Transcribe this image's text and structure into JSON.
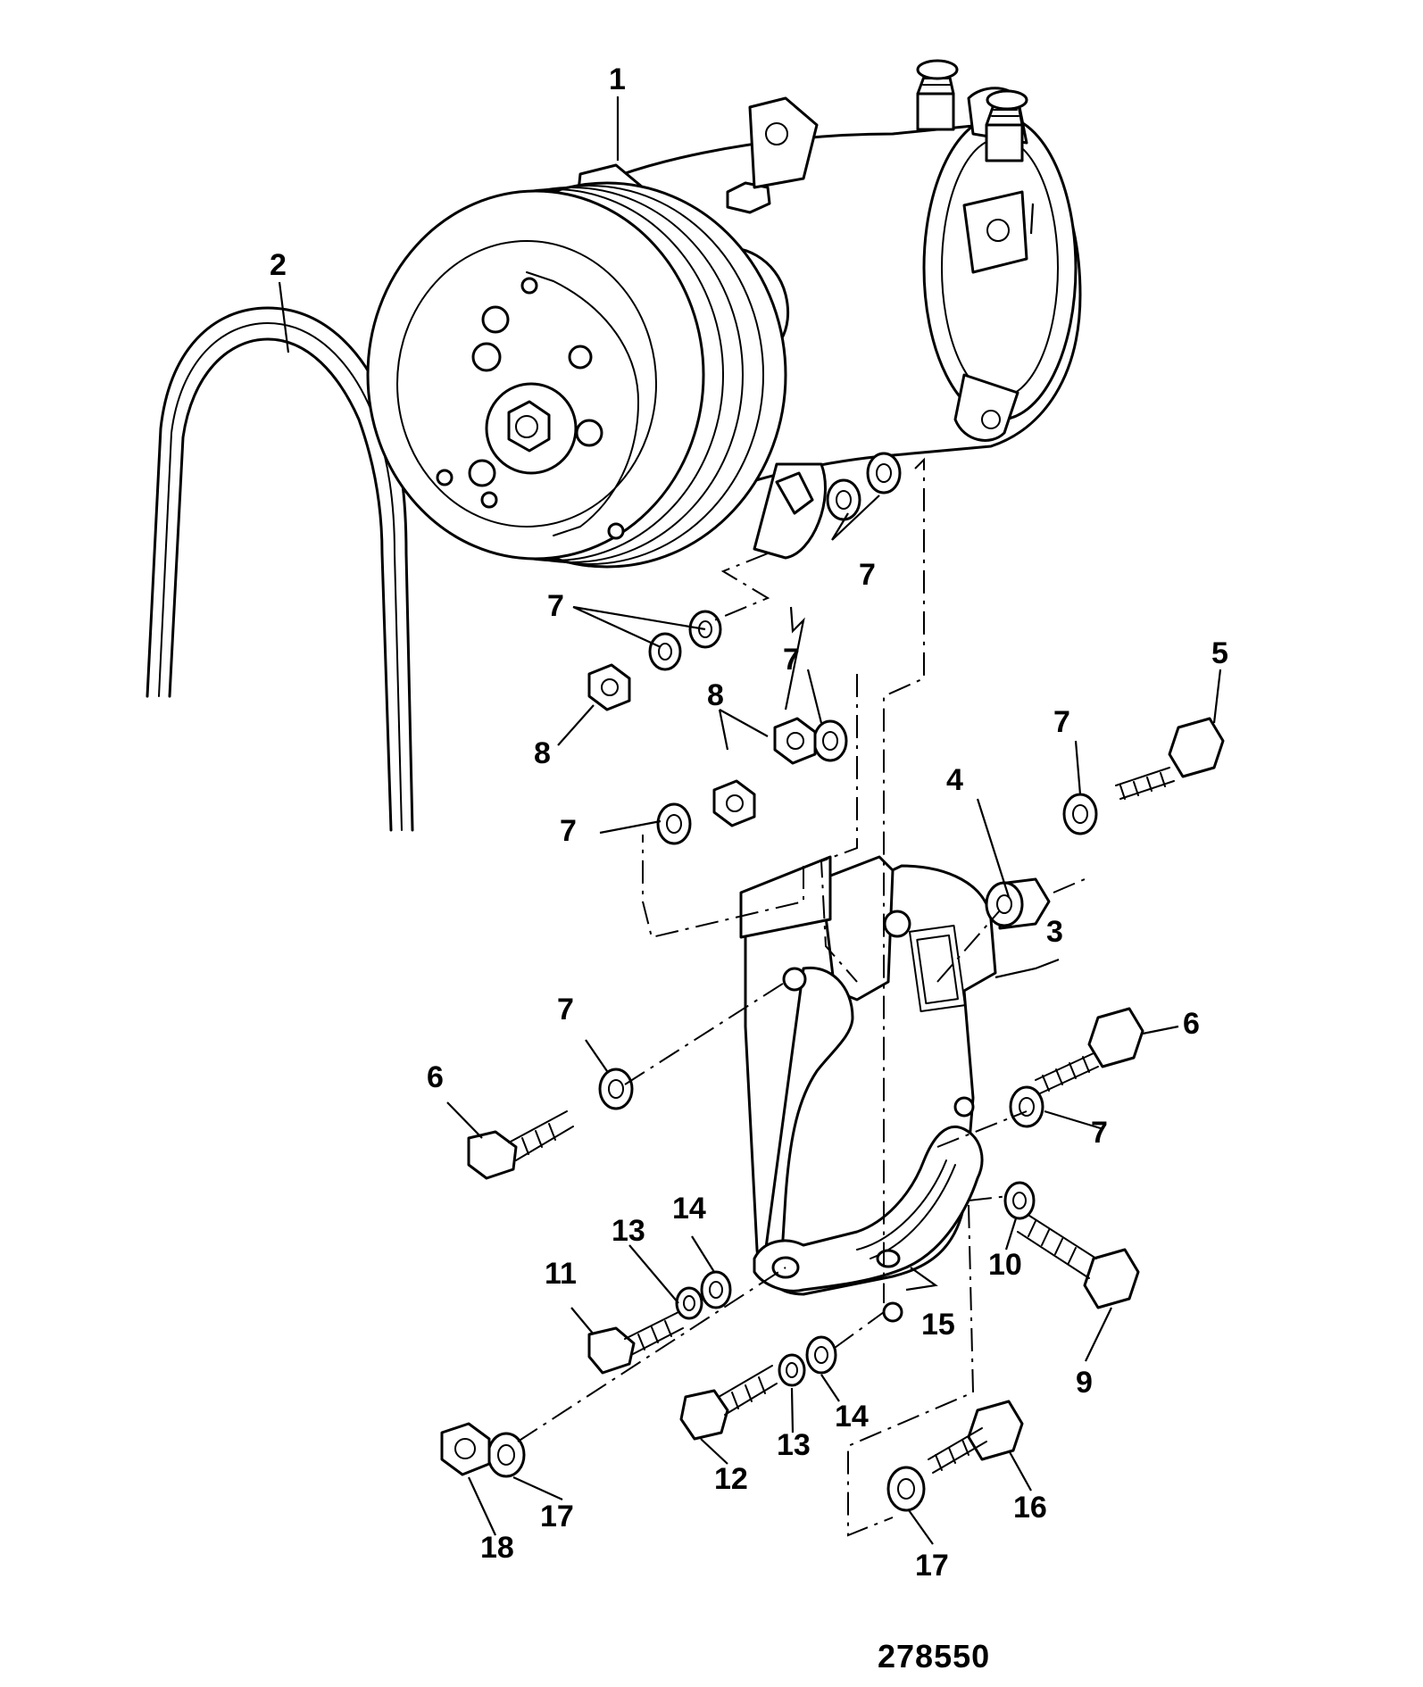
{
  "callouts": [
    {
      "id": "c1",
      "text": "1"
    },
    {
      "id": "c2",
      "text": "2"
    },
    {
      "id": "c3",
      "text": "3"
    },
    {
      "id": "c4",
      "text": "4"
    },
    {
      "id": "c5",
      "text": "5"
    },
    {
      "id": "c6a",
      "text": "6"
    },
    {
      "id": "c6b",
      "text": "6"
    },
    {
      "id": "c7a",
      "text": "7"
    },
    {
      "id": "c7b",
      "text": "7"
    },
    {
      "id": "c7c",
      "text": "7"
    },
    {
      "id": "c7d",
      "text": "7"
    },
    {
      "id": "c7e",
      "text": "7"
    },
    {
      "id": "c7f",
      "text": "7"
    },
    {
      "id": "c7g",
      "text": "7"
    },
    {
      "id": "c8a",
      "text": "8"
    },
    {
      "id": "c8b",
      "text": "8"
    },
    {
      "id": "c9",
      "text": "9"
    },
    {
      "id": "c10",
      "text": "10"
    },
    {
      "id": "c11",
      "text": "11"
    },
    {
      "id": "c12",
      "text": "12"
    },
    {
      "id": "c13a",
      "text": "13"
    },
    {
      "id": "c13b",
      "text": "13"
    },
    {
      "id": "c14a",
      "text": "14"
    },
    {
      "id": "c14b",
      "text": "14"
    },
    {
      "id": "c15",
      "text": "15"
    },
    {
      "id": "c16",
      "text": "16"
    },
    {
      "id": "c17a",
      "text": "17"
    },
    {
      "id": "c17b",
      "text": "17"
    },
    {
      "id": "c18",
      "text": "18"
    }
  ],
  "figure_ref": "278550",
  "parts": [
    {
      "id": "compressor",
      "icon": "ac-compressor-icon"
    },
    {
      "id": "drive-belt",
      "icon": "v-belt-icon"
    },
    {
      "id": "mounting-bracket",
      "icon": "bracket-icon"
    },
    {
      "id": "spacer",
      "icon": "spacer-icon"
    },
    {
      "id": "bolts",
      "icon": "bolt-icon"
    },
    {
      "id": "washers",
      "icon": "washer-icon"
    },
    {
      "id": "nuts",
      "icon": "hex-nut-icon"
    },
    {
      "id": "adjusting-link",
      "icon": "adjusting-link-icon"
    }
  ]
}
